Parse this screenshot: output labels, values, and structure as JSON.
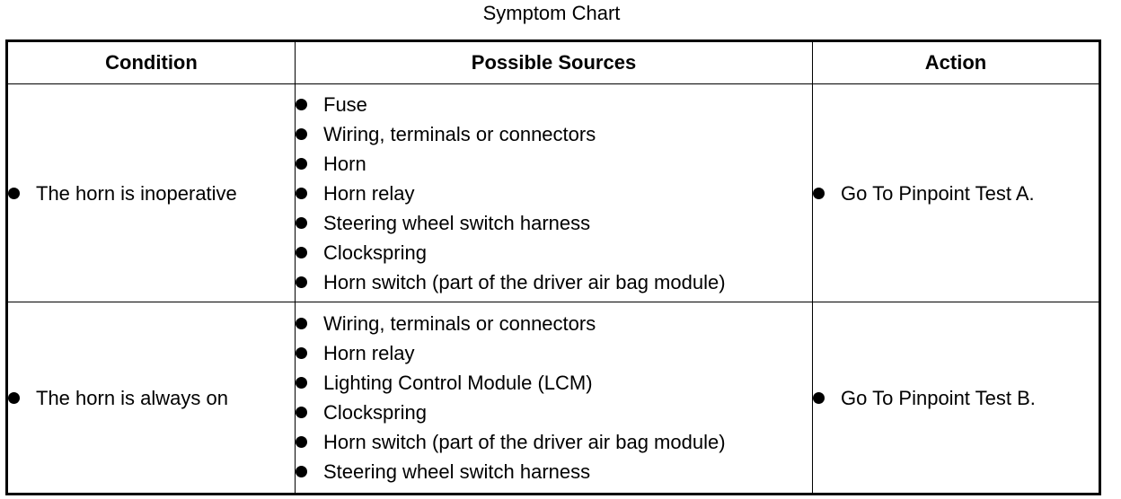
{
  "title": "Symptom Chart",
  "table": {
    "headers": {
      "condition": "Condition",
      "sources": "Possible Sources",
      "action": "Action"
    },
    "rows": [
      {
        "condition": "The horn is inoperative",
        "sources": [
          "Fuse",
          "Wiring, terminals or connectors",
          "Horn",
          "Horn relay",
          "Steering wheel switch harness",
          "Clockspring",
          "Horn switch (part of the driver air bag module)"
        ],
        "action": "Go To Pinpoint Test A."
      },
      {
        "condition": "The horn is always on",
        "sources": [
          "Wiring, terminals or connectors",
          "Horn relay",
          "Lighting Control Module (LCM)",
          "Clockspring",
          "Horn switch (part of the driver air bag module)",
          "Steering wheel switch harness"
        ],
        "action": "Go To Pinpoint Test B."
      }
    ]
  }
}
